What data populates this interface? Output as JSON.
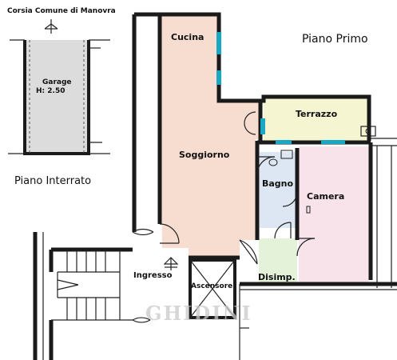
{
  "garage": {
    "title": "Corsia Comune  di Manovra",
    "name": "Garage",
    "height": "H: 2.50",
    "floor": "Piano Interrato"
  },
  "main": {
    "floor": "Piano Primo",
    "rooms": {
      "cucina": "Cucina",
      "soggiorno": "Soggiorno",
      "terrazzo": "Terrazzo",
      "bagno": "Bagno",
      "camera": "Camera",
      "disimp": "Disimp.",
      "ingresso": "Ingresso",
      "ascensore": "Ascensore"
    }
  },
  "watermark": "GHIDINI",
  "colors": {
    "garage": "#dcdcdc",
    "soggiorno": "#f7ddd0",
    "terrazzo": "#f6f5d2",
    "bagno": "#dde7f3",
    "camera": "#f8e3ea",
    "disimp": "#e5f2da",
    "window": "#1aa7c4"
  }
}
